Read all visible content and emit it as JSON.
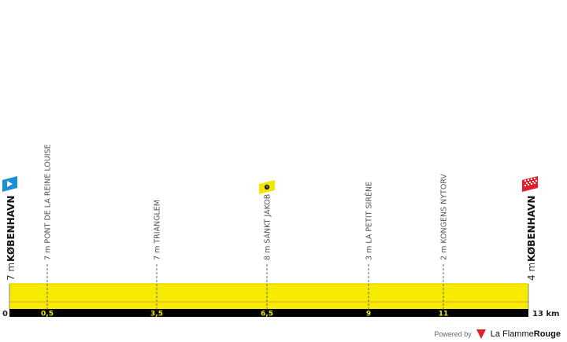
{
  "chart_data": {
    "type": "area",
    "title": "",
    "xlabel": "",
    "ylabel": "",
    "x_unit": "km",
    "xlim": [
      0,
      13
    ],
    "y_axis_label": "0",
    "start": {
      "km": 0,
      "elevation_m": 7,
      "label": "7 m",
      "name": "KØBENHAVN",
      "icon": "start-flag-icon",
      "color": "#1a8fd1"
    },
    "finish": {
      "km": 13,
      "elevation_m": 4,
      "label": "4 m",
      "name": "KØBENHAVN",
      "icon": "finish-checkered-flag-icon",
      "color": "#e3202a"
    },
    "waypoints": [
      {
        "km": 0.5,
        "km_label": "0,5",
        "elevation_m": 7,
        "label": "7 m PONT DE LA REINE LOUISE"
      },
      {
        "km": 3.5,
        "km_label": "3,5",
        "elevation_m": 7,
        "label": "7 m TRIANGLEM"
      },
      {
        "km": 6.5,
        "km_label": "6,5",
        "elevation_m": 8,
        "label": "8 m SANKT JAKOB",
        "icon": "intermediate-timing-icon",
        "icon_color": "#f3e600"
      },
      {
        "km": 9,
        "km_label": "9",
        "elevation_m": 3,
        "label": "3 m LA PETIT SIRÈNE"
      },
      {
        "km": 11,
        "km_label": "11",
        "elevation_m": 2,
        "label": "2 m KONGENS NYTORV"
      }
    ],
    "end_label": "13 km",
    "fill_color": "#f6ea00",
    "grid": false
  },
  "footer": {
    "powered_by": "Powered by",
    "brand_a": "La Flamme",
    "brand_b": "Rouge"
  }
}
